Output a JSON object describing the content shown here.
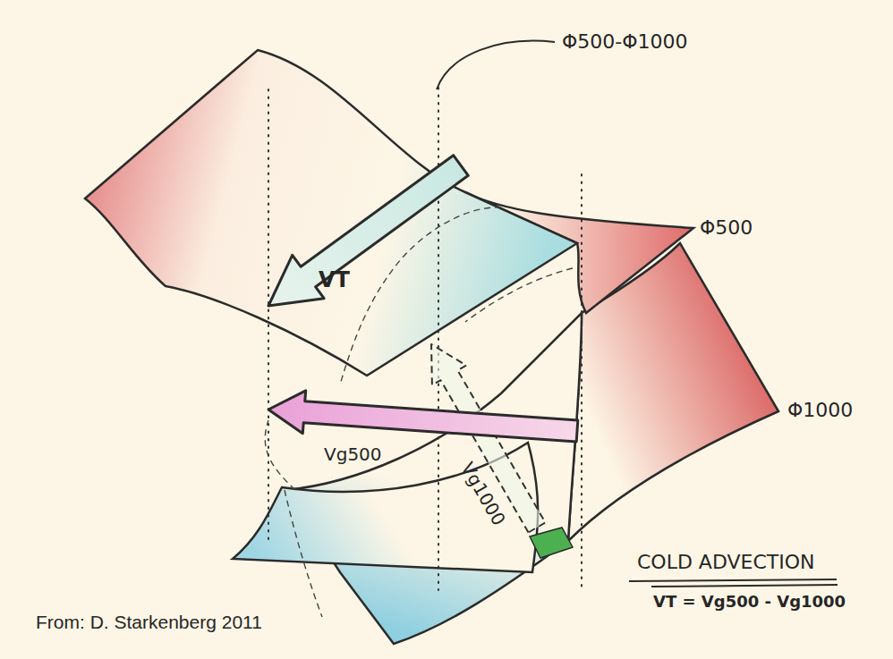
{
  "diagram": {
    "labels": [
      "Φ500-Φ1000",
      "Φ500",
      "Φ1000",
      "VT",
      "Vg500",
      "Vg1000",
      "COLD ADVECTION",
      "VT = Vg500 - Vg1000",
      "From: D. Starkenberg 2011"
    ]
  }
}
